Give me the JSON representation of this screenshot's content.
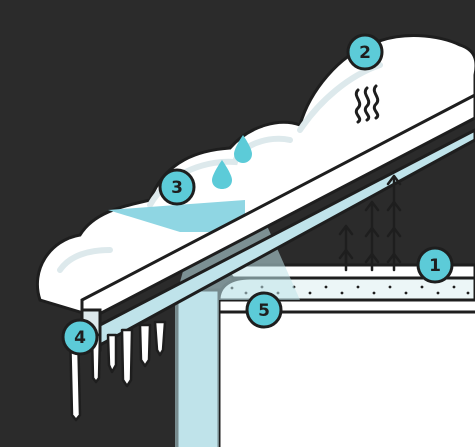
{
  "colors": {
    "background": "#2b2b2b",
    "outline": "#1e1e1e",
    "snow": "#ffffff",
    "snow_shade": "#dde9ec",
    "ice": "#bfe3ea",
    "meltwater": "#8fd6e3",
    "badge_fill": "#5ccbd8",
    "insulation": "#ecf6f7",
    "wall": "#ffffff"
  },
  "callouts": [
    {
      "label": "1",
      "icon": "number-badge-icon"
    },
    {
      "label": "2",
      "icon": "number-badge-icon"
    },
    {
      "label": "3",
      "icon": "number-badge-icon"
    },
    {
      "label": "4",
      "icon": "number-badge-icon"
    },
    {
      "label": "5",
      "icon": "number-badge-icon"
    }
  ],
  "icons": {
    "heat_waves": "heat-waves-icon",
    "heat_rising": "heat-rising-arrow-icon",
    "water_drop": "water-drop-icon",
    "icicles": "icicle-icon"
  }
}
